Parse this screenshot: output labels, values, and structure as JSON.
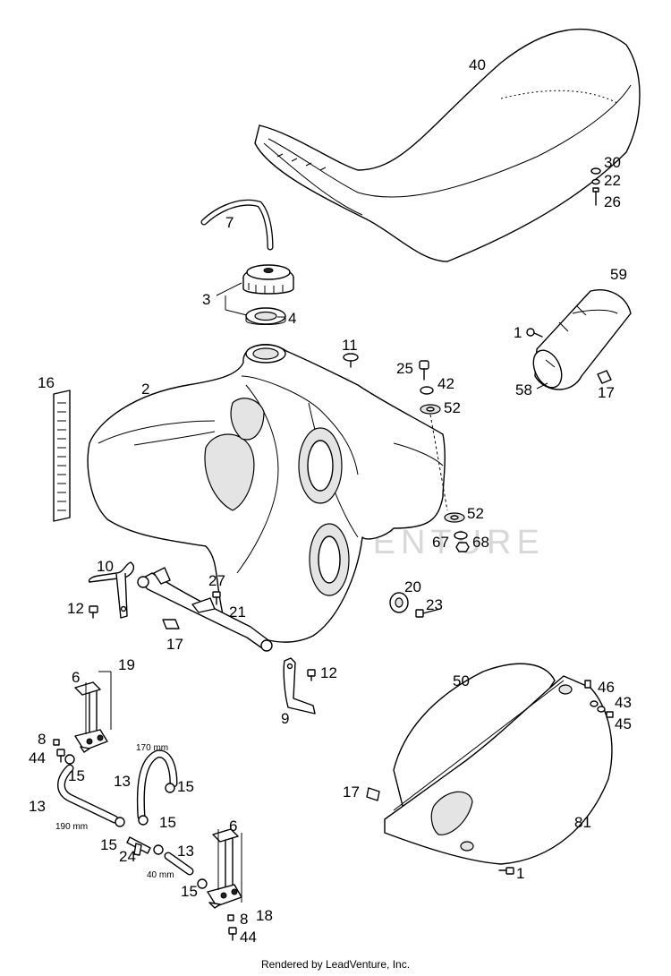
{
  "watermark": "LEADVENTURE",
  "footer": "Rendered by LeadVenture, Inc.",
  "callouts": {
    "c40": "40",
    "c30": "30",
    "c22": "22",
    "c26": "26",
    "c7": "7",
    "c3": "3",
    "c4": "4",
    "c59": "59",
    "c1a": "1",
    "c58": "58",
    "c17a": "17",
    "c11": "11",
    "c25": "25",
    "c42": "42",
    "c52a": "52",
    "c16": "16",
    "c2": "2",
    "c52b": "52",
    "c67": "67",
    "c68": "68",
    "c10": "10",
    "c27": "27",
    "c21": "21",
    "c12a": "12",
    "c17b": "17",
    "c20": "20",
    "c23": "23",
    "c6a": "6",
    "c19": "19",
    "c12b": "12",
    "c9": "9",
    "c8a": "8",
    "c44a": "44",
    "c15a": "15",
    "c13a": "13",
    "c15b": "15",
    "c13b": "13",
    "c15c": "15",
    "c15d": "15",
    "c24": "24",
    "c13c": "13",
    "c15e": "15",
    "c6b": "6",
    "c18": "18",
    "c8b": "8",
    "c44b": "44",
    "c50": "50",
    "c46": "46",
    "c43": "43",
    "c45": "45",
    "c17c": "17",
    "c81": "81",
    "c1b": "1"
  },
  "dimensions": {
    "d170": "170 mm",
    "d190": "190 mm",
    "d40": "40 mm"
  }
}
